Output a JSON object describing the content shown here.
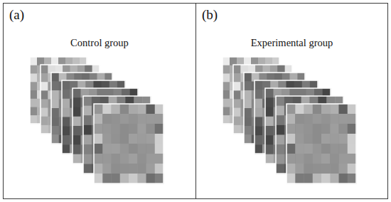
{
  "diagram": {
    "nodes": [
      {
        "text": [
          "(a)",
          "Control group"
        ]
      },
      {
        "text": [
          "(b)",
          "Experimental group"
        ]
      }
    ]
  }
}
